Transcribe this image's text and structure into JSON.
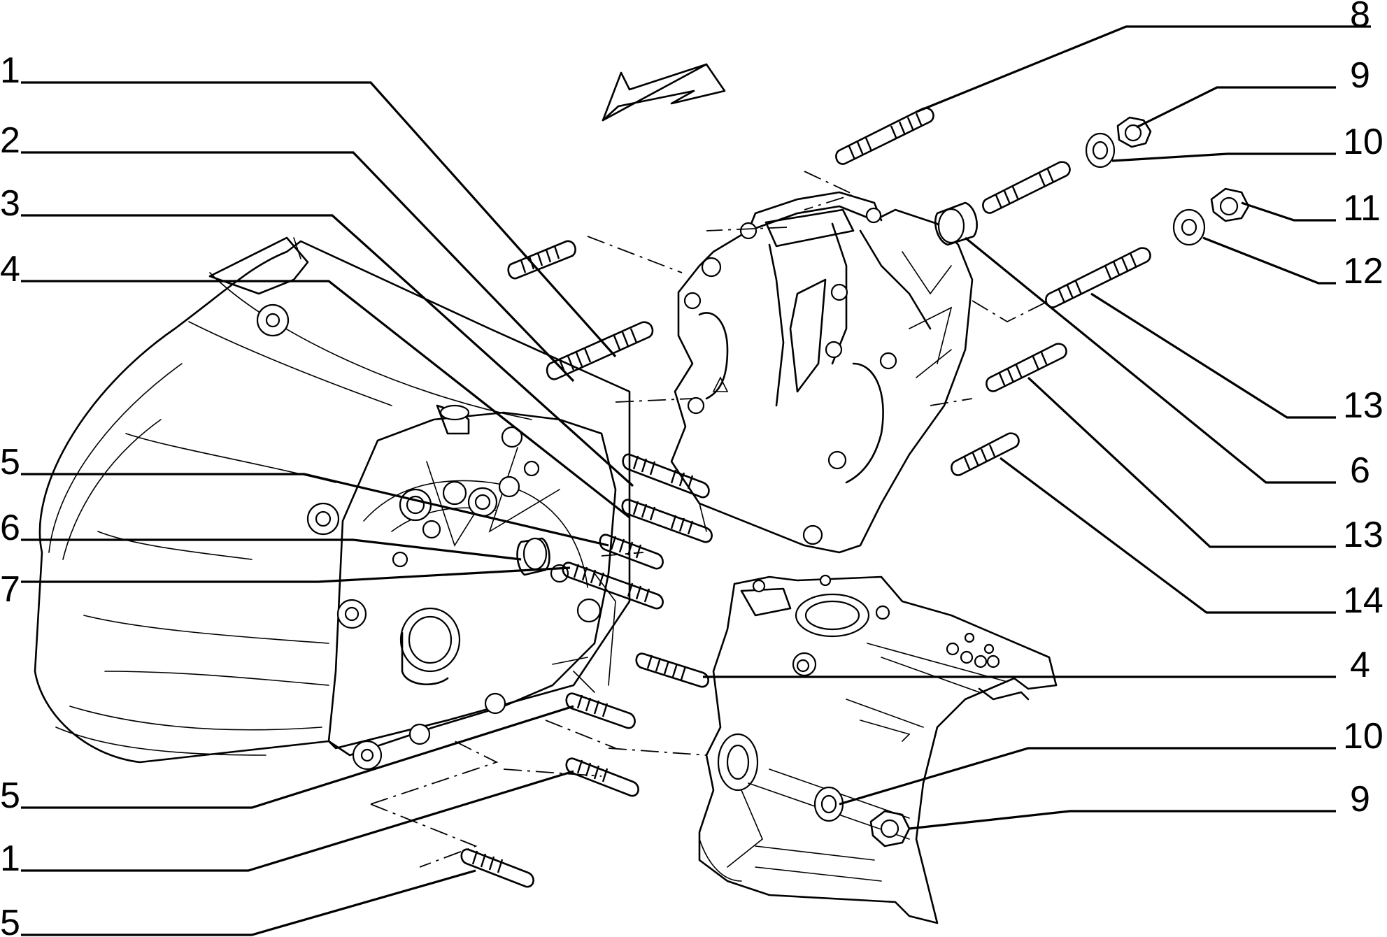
{
  "diagram": {
    "callouts_left": [
      "1",
      "2",
      "3",
      "4",
      "5",
      "6",
      "7",
      "5",
      "1",
      "5"
    ],
    "callouts_right": [
      "8",
      "9",
      "10",
      "11",
      "12",
      "13",
      "6",
      "13",
      "14",
      "4",
      "10",
      "9"
    ]
  }
}
